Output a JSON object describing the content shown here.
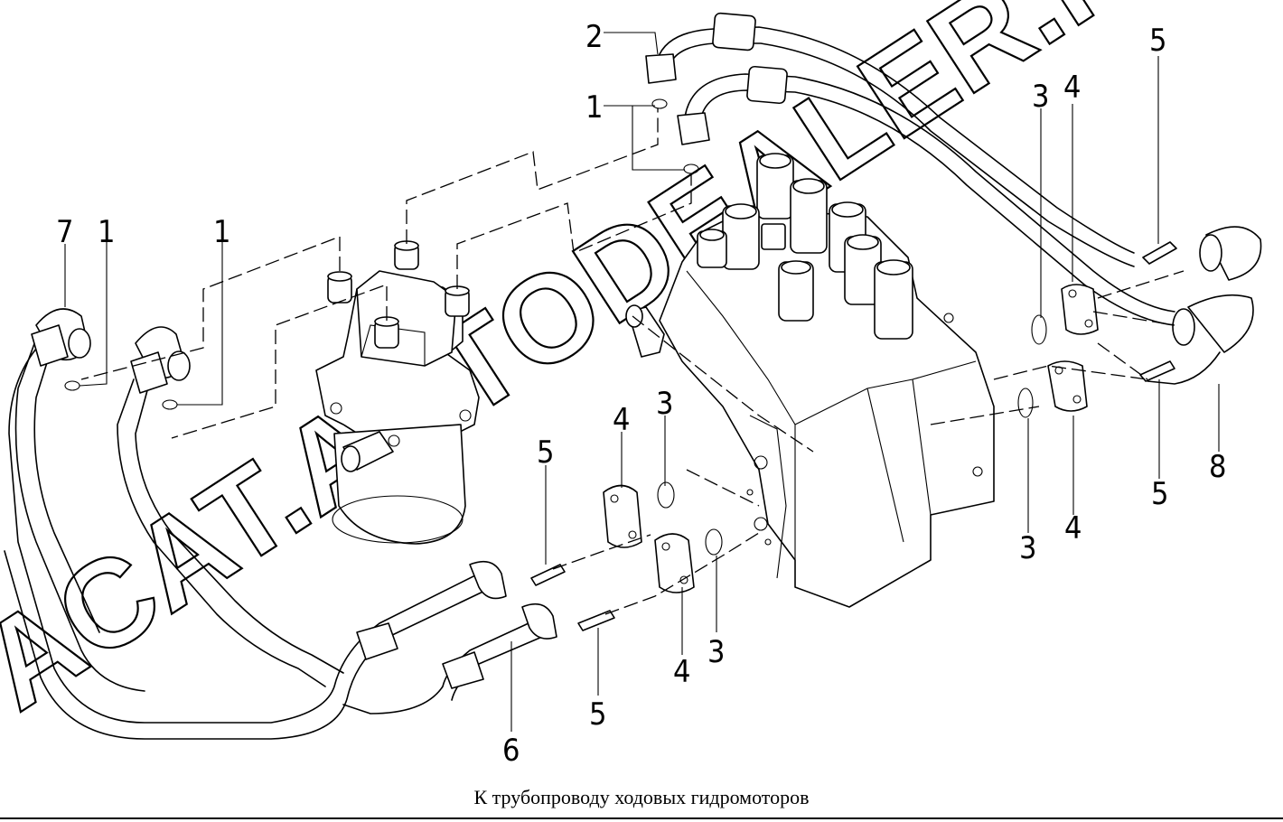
{
  "caption": "К трубопроводу ходовых гидромоторов",
  "watermark": "ACAT.AUTODEALER.RU",
  "callouts": {
    "c2": "2",
    "c1_top": "1",
    "c5_tr": "5",
    "c3_tr": "3",
    "c4_tr": "4",
    "c7": "7",
    "c1_left_a": "1",
    "c1_left_b": "1",
    "c4_mid": "4",
    "c3_mid": "3",
    "c5_mid": "5",
    "c5_right": "5",
    "c8": "8",
    "c3_right": "3",
    "c4_right": "4",
    "c4_bottom": "4",
    "c3_bottom": "3",
    "c5_bottom": "5",
    "c6": "6"
  }
}
